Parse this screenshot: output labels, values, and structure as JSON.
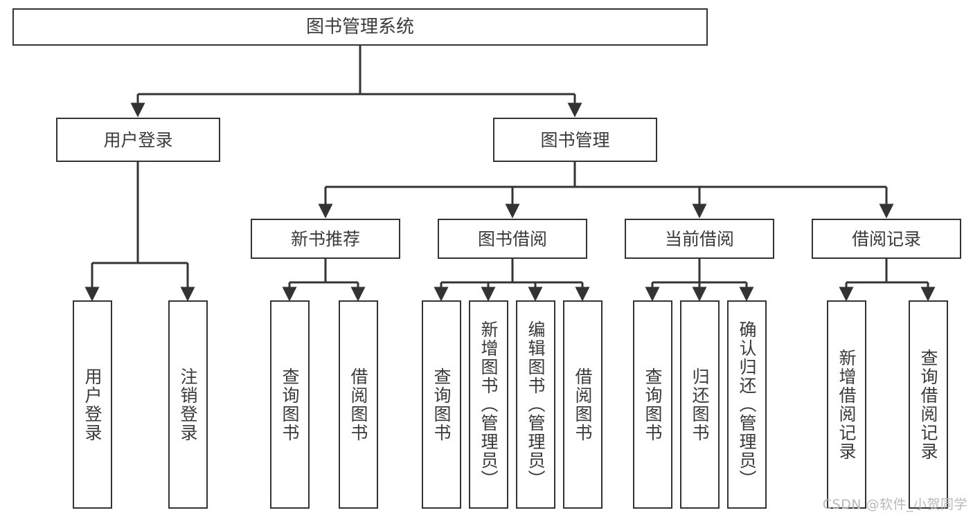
{
  "diagram": {
    "title": "图书管理系统",
    "type": "tree",
    "watermark": "CSDN @软件_小贺同学",
    "colors": {
      "node_border": "#333333",
      "node_fill": "#ffffff",
      "text": "#3a3a3a",
      "edge": "#333333",
      "watermark": "#b8b8b8",
      "background": "#ffffff"
    },
    "root": {
      "label": "图书管理系统"
    },
    "level2": [
      {
        "label": "用户登录"
      },
      {
        "label": "图书管理"
      }
    ],
    "level3": [
      {
        "label": "新书推荐"
      },
      {
        "label": "图书借阅"
      },
      {
        "label": "当前借阅"
      },
      {
        "label": "借阅记录"
      }
    ],
    "leaves": {
      "user_login": [
        {
          "label": "用户登录"
        },
        {
          "label": "注销登录"
        }
      ],
      "new_book_recommend": [
        {
          "label": "查询图书"
        },
        {
          "label": "借阅图书"
        }
      ],
      "book_borrow": [
        {
          "label": "查询图书"
        },
        {
          "label": "新增图书（管理员）"
        },
        {
          "label": "编辑图书（管理员）"
        },
        {
          "label": "借阅图书"
        }
      ],
      "current_borrow": [
        {
          "label": "查询图书"
        },
        {
          "label": "归还图书"
        },
        {
          "label": "确认归还（管理员）"
        }
      ],
      "borrow_record": [
        {
          "label": "新增借阅记录"
        },
        {
          "label": "查询借阅记录"
        }
      ]
    }
  }
}
